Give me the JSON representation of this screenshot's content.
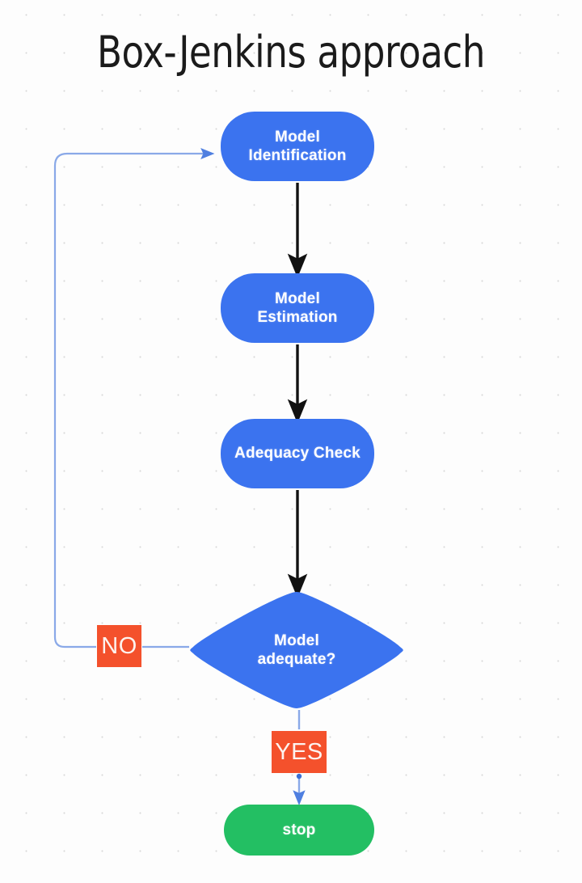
{
  "diagram": {
    "title": "Box-Jenkins approach",
    "type": "flowchart",
    "colors": {
      "process_fill": "#3b73ef",
      "terminator_fill": "#23bf63",
      "edge_label_fill": "#f4512c",
      "node_text": "#ffffff",
      "title_text": "#1b1b1b",
      "arrow_primary": "#111111",
      "arrow_feedback": "#8aa9e8",
      "background": "#fdfdfd",
      "grid_dot": "#d8d8d8"
    },
    "nodes": [
      {
        "id": "identification",
        "shape": "rounded-rectangle",
        "label": "Model Identification",
        "line1": "Model",
        "line2": "Identification",
        "fill": "#3b73ef"
      },
      {
        "id": "estimation",
        "shape": "rounded-rectangle",
        "label": "Model Estimation",
        "line1": "Model",
        "line2": "Estimation",
        "fill": "#3b73ef"
      },
      {
        "id": "adequacy",
        "shape": "rounded-rectangle",
        "label": "Adequacy Check",
        "line1": "Adequacy Check",
        "line2": "",
        "fill": "#3b73ef"
      },
      {
        "id": "decision",
        "shape": "diamond",
        "label": "Model adequate?",
        "line1": "Model",
        "line2": "adequate?",
        "fill": "#3b73ef"
      },
      {
        "id": "stop",
        "shape": "rounded-rectangle",
        "label": "stop",
        "line1": "stop",
        "line2": "",
        "fill": "#23bf63"
      }
    ],
    "edges": [
      {
        "from": "identification",
        "to": "estimation",
        "label": "",
        "style": "solid-black-arrow"
      },
      {
        "from": "estimation",
        "to": "adequacy",
        "label": "",
        "style": "solid-black-arrow"
      },
      {
        "from": "adequacy",
        "to": "decision",
        "label": "",
        "style": "solid-black-arrow"
      },
      {
        "from": "decision",
        "to": "identification",
        "label": "NO",
        "style": "feedback-loop-blue-arrow"
      },
      {
        "from": "decision",
        "to": "stop",
        "label": "YES",
        "style": "solid-blue-arrow"
      }
    ],
    "edge_labels": [
      {
        "id": "no",
        "text": "NO"
      },
      {
        "id": "yes",
        "text": "YES"
      }
    ]
  }
}
